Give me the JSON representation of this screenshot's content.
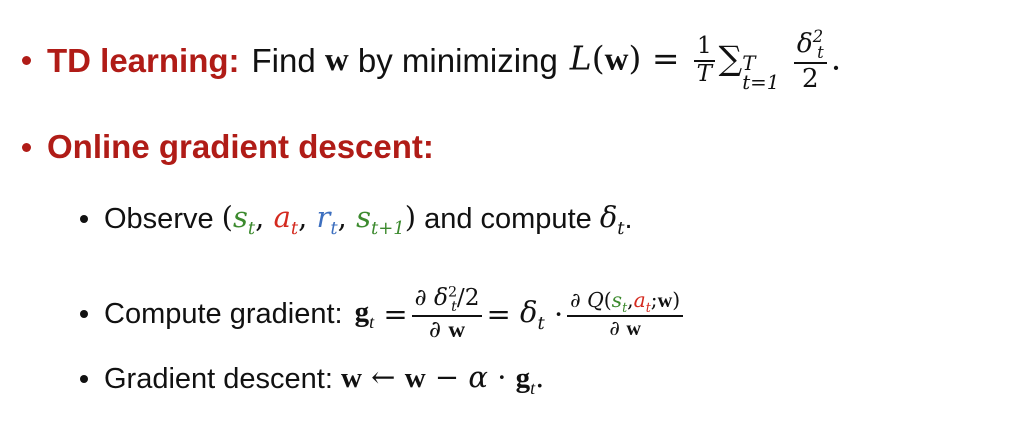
{
  "slide": {
    "td": {
      "label": "TD learning:",
      "text": "Find",
      "w": "w",
      "text2": "by minimizing",
      "L": "L",
      "lp": "(",
      "rp": ")",
      "eq": "=",
      "one": "1",
      "T": "T",
      "sum": "∑",
      "sum_sup": "T",
      "sum_sub": "t=1",
      "delta": "δ",
      "sq": "2",
      "sub_t": "t",
      "two": "2",
      "period": "."
    },
    "ogd": {
      "label": "Online gradient descent:"
    },
    "observe": {
      "text": "Observe",
      "lp": "(",
      "s": "s",
      "a": "a",
      "r": "r",
      "t": "t",
      "t1": "t+1",
      "comma": ",",
      "rp": ")",
      "text2": "and compute",
      "delta": "δ",
      "period": "."
    },
    "compute": {
      "text": "Compute gradient:",
      "g": "g",
      "t": "t",
      "eq": "=",
      "partial": "∂",
      "delta": "δ",
      "sq": "2",
      "half": "/2",
      "w": "w",
      "dot": "·",
      "Q": "Q",
      "lp": "(",
      "s": "s",
      "comma": ",",
      "a": "a",
      "semi": ";",
      "rp": ")"
    },
    "descent": {
      "text": "Gradient descent:",
      "w": "w",
      "arrow": "←",
      "minus": "−",
      "alpha": "α",
      "dot": "·",
      "g": "g",
      "t": "t",
      "period": "."
    },
    "colors": {
      "title_red": "#b01c17",
      "state_green": "#3c8a2e",
      "action_red": "#d42a1f",
      "reward_blue": "#3d6fbf"
    }
  }
}
